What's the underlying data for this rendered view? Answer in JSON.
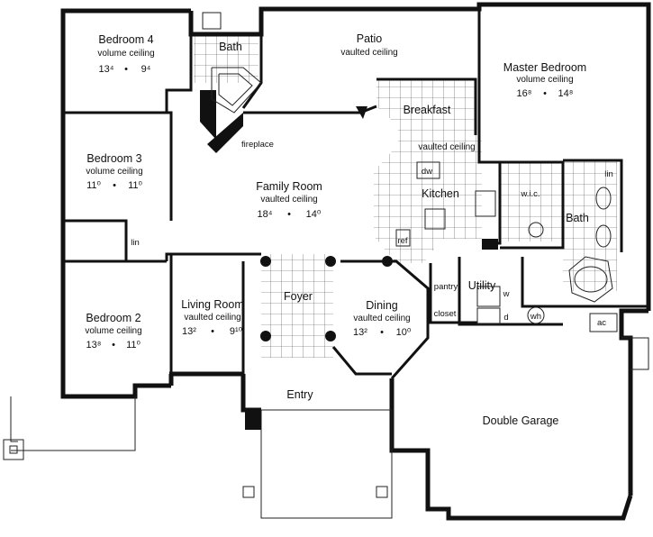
{
  "rooms": {
    "bedroom4": {
      "name": "Bedroom 4",
      "ceiling": "volume ceiling",
      "w": "13⁴",
      "d": "9⁴"
    },
    "bath_top": {
      "name": "Bath"
    },
    "patio": {
      "name": "Patio",
      "ceiling": "vaulted ceiling"
    },
    "master": {
      "name": "Master Bedroom",
      "ceiling": "volume ceiling",
      "w": "16⁸",
      "d": "14⁸"
    },
    "breakfast": {
      "name": "Breakfast",
      "ceiling": "vaulted ceiling"
    },
    "bedroom3": {
      "name": "Bedroom 3",
      "ceiling": "volume ceiling",
      "w": "11⁰",
      "d": "11⁰"
    },
    "family": {
      "name": "Family Room",
      "ceiling": "vaulted ceiling",
      "w": "18⁴",
      "d": "14⁰"
    },
    "kitchen": {
      "name": "Kitchen"
    },
    "bath_master": {
      "name": "Bath"
    },
    "bedroom2": {
      "name": "Bedroom 2",
      "ceiling": "volume ceiling",
      "w": "13⁸",
      "d": "11⁰"
    },
    "living": {
      "name": "Living Room",
      "ceiling": "vaulted ceiling",
      "w": "13²",
      "d": "9¹⁰"
    },
    "foyer": {
      "name": "Foyer"
    },
    "dining": {
      "name": "Dining",
      "ceiling": "vaulted ceiling",
      "w": "13²",
      "d": "10⁰"
    },
    "utility": {
      "name": "Utility"
    },
    "entry": {
      "name": "Entry"
    },
    "garage": {
      "name": "Double Garage"
    }
  },
  "labels": {
    "fireplace": "fireplace",
    "dw": "dw",
    "ref": "ref",
    "wic": "w.i.c.",
    "lin_master": "lin",
    "lin_hall": "lin",
    "pantry": "pantry",
    "closet": "closet",
    "w": "w",
    "d": "d",
    "wh": "wh",
    "ac": "ac",
    "dot": "•"
  }
}
